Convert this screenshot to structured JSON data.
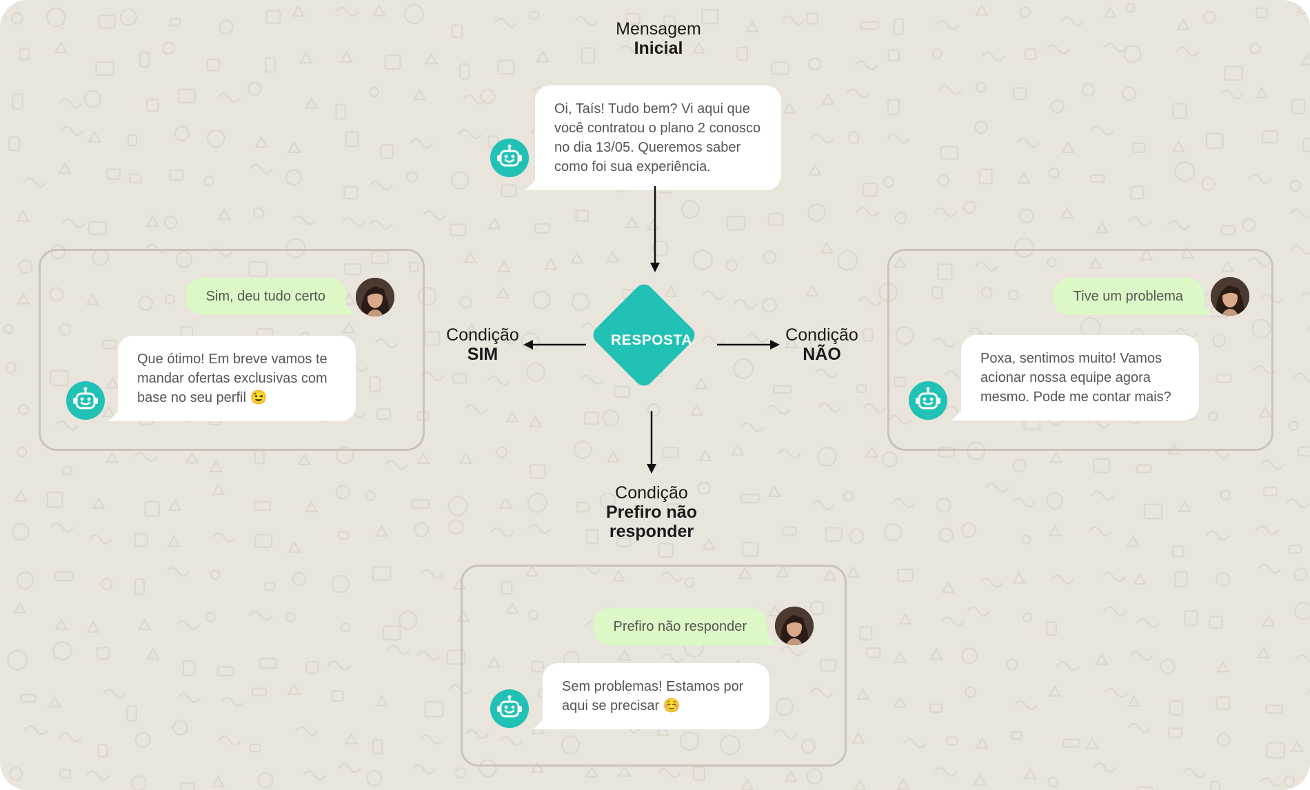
{
  "colors": {
    "background": "#e9e4dc",
    "accent": "#21c2b5",
    "user_bubble": "#dcf8c6",
    "bot_bubble": "#ffffff",
    "panel_border": "#c9c3ba",
    "arrow": "#111111"
  },
  "headings": {
    "initial": {
      "light": "Mensagem",
      "bold": "Inicial"
    },
    "yes": {
      "light": "Condição",
      "bold": "SIM"
    },
    "no": {
      "light": "Condição",
      "bold": "NÃO"
    },
    "skip": {
      "light": "Condição",
      "bold": "Prefiro não responder"
    }
  },
  "decision": {
    "label": "RESPOSTA"
  },
  "initial_message": {
    "text": "Oi, Taís! Tudo bem? Vi aqui que você contratou o plano 2 conosco no dia 13/05. Queremos saber como foi sua experiência.",
    "bot_icon": "robot-icon"
  },
  "branches": {
    "yes": {
      "user_reply": "Sim, deu tudo certo",
      "bot_reply": "Que ótimo! Em breve vamos te mandar ofertas exclusivas com base no seu perfil 😉"
    },
    "no": {
      "user_reply": "Tive um problema",
      "bot_reply": "Poxa, sentimos muito! Vamos acionar nossa equipe agora mesmo. Pode me contar mais?"
    },
    "skip": {
      "user_reply": "Prefiro não responder",
      "bot_reply": "Sem problemas! Estamos por aqui se precisar ☺️"
    }
  }
}
